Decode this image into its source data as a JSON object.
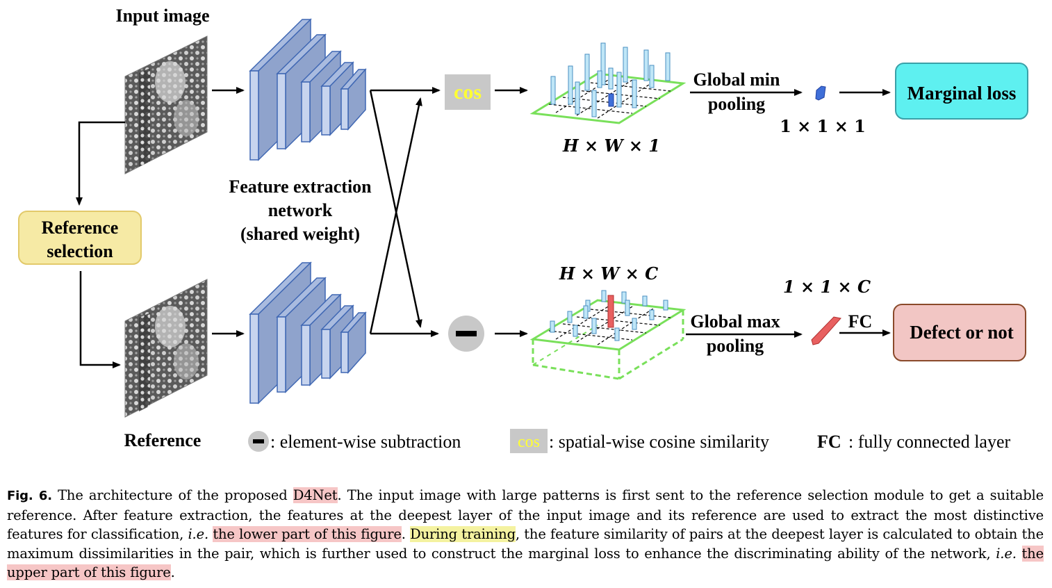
{
  "labels": {
    "input_image": "Input image",
    "reference": "Reference",
    "reference_selection_line1": "Reference",
    "reference_selection_line2": "selection",
    "feature_net_line1": "Feature extraction",
    "feature_net_line2": "network",
    "feature_net_line3": "(shared weight)",
    "cos": "cos",
    "dim_top": "H × W × 1",
    "dim_bottom": "H × W × C",
    "global_min_line1": "Global min",
    "global_min_line2": "pooling",
    "global_max_line1": "Global max",
    "global_max_line2": "pooling",
    "dim_111": "1 × 1 × 1",
    "dim_11c": "1 × 1 × C",
    "fc": "FC",
    "marginal_loss": "Marginal loss",
    "defect_or_not": "Defect or not"
  },
  "legend": {
    "minus_text": ": element-wise subtraction",
    "cos_label": "cos",
    "cos_text": ": spatial-wise cosine similarity",
    "fc_label": "FC",
    "fc_text": ": fully connected layer"
  },
  "caption": {
    "fig_label": "Fig. 6.",
    "p1": " The architecture of the proposed ",
    "d4net": "D4Net",
    "p2": ". The input image with large patterns is first sent to the reference selection module to get a suitable reference. After feature extraction, the features at the deepest layer of the input image and its reference are used to extract the most distinctive features for classification, ",
    "ie1": "i.e.",
    "lower": "the lower part of this figure",
    "p3": ". ",
    "training": "During training",
    "p4": ", the feature similarity of pairs at the deepest layer is calculated to obtain the maximum dissimilarities in the pair, which is further used to construct the marginal loss to enhance the discriminating ability of the network, ",
    "ie2": "i.e.",
    "upper": "the upper part of this figure",
    "p5": "."
  },
  "colors": {
    "layer_fill": "#8fa3cc",
    "layer_edge": "#3f67b3",
    "ref_box": "#f6eaa5",
    "ref_box_border": "#e2c96a",
    "marginal_box": "#5ef0f0",
    "defect_box": "#f2c6c4",
    "cos_box": "#c8c8c8",
    "cos_text": "#ffff33",
    "grid_green": "#79e05a",
    "bar_blue": "#bfe6f7",
    "bar_red": "#e86060",
    "highlight_red": "#f6c6c6",
    "highlight_yellow": "#f4f2a0"
  }
}
